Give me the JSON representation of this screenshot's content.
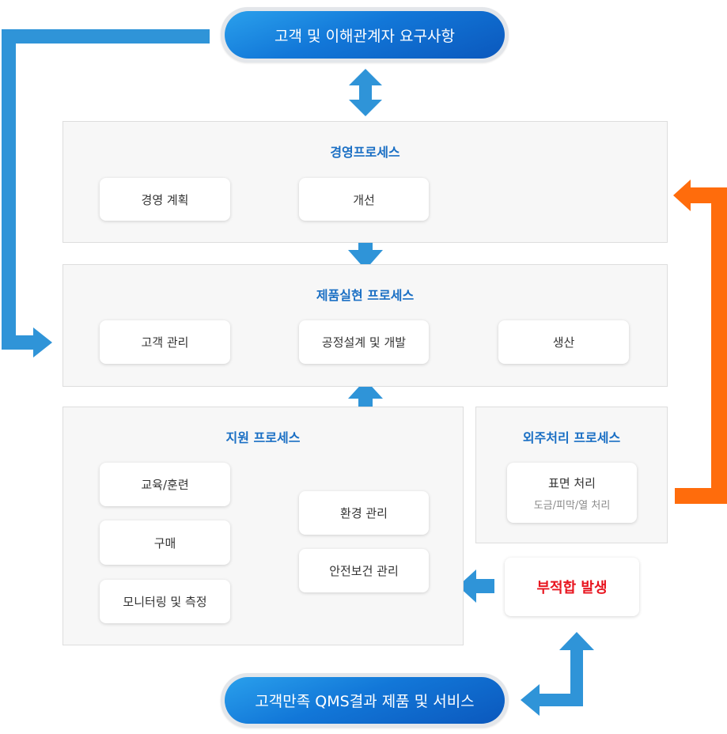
{
  "top_pill": "고객 및 이해관계자 요구사항",
  "bottom_pill": "고객만족 QMS결과 제품 및 서비스",
  "management": {
    "title": "경영프로세스",
    "boxes": [
      "경영 계획",
      "개선"
    ]
  },
  "realization": {
    "title": "제품실현 프로세스",
    "boxes": [
      "고객 관리",
      "공정설계 및 개발",
      "생산"
    ]
  },
  "support": {
    "title": "지원 프로세스",
    "left_boxes": [
      "교육/훈련",
      "구매",
      "모니터링 및 측정"
    ],
    "right_boxes": [
      "환경 관리",
      "안전보건 관리"
    ]
  },
  "outsourcing": {
    "title": "외주처리 프로세스",
    "box_title": "표면 처리",
    "box_sub": "도금/피막/열 처리"
  },
  "nonconformity": "부적합 발생",
  "colors": {
    "blue_arrow": "#2f94d8",
    "orange_arrow": "#ff6c0c",
    "teal_arrow": "#7ebccb",
    "title_blue": "#1a6fc4",
    "alert_red": "#e8151f"
  }
}
